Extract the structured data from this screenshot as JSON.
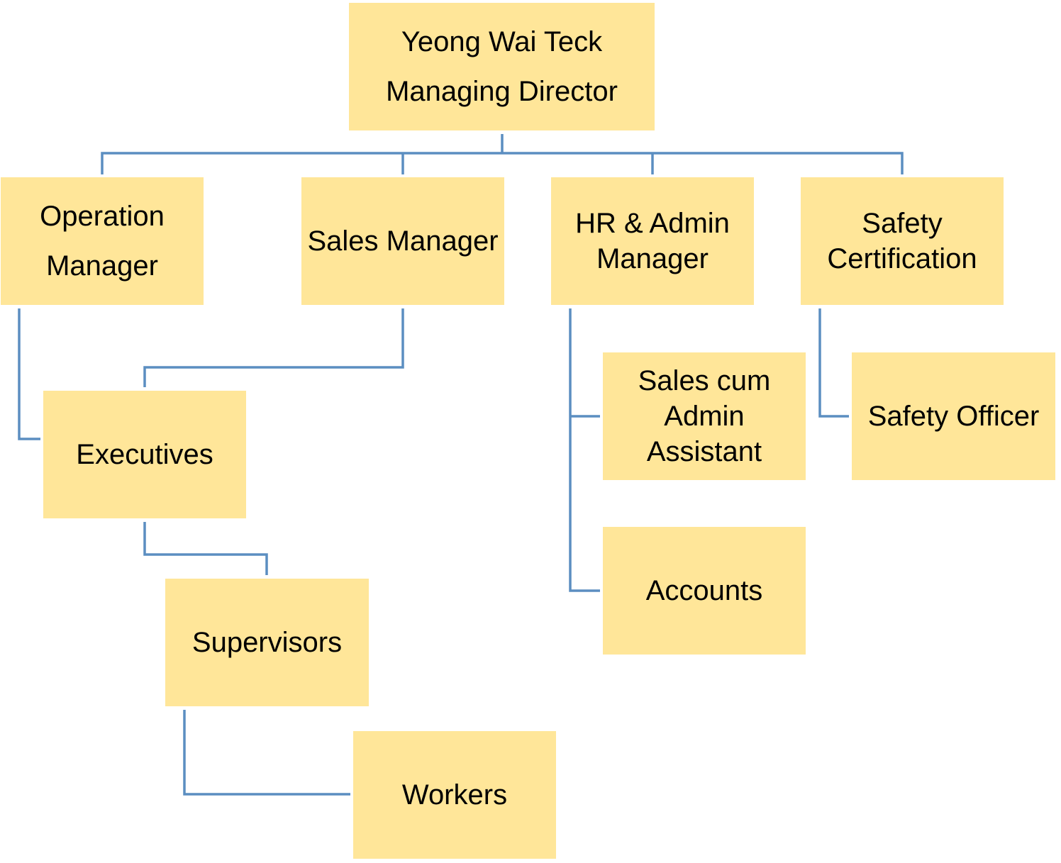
{
  "colors": {
    "box_fill": "#FFE699",
    "connector": "#5B8EC1",
    "text": "#000000"
  },
  "nodes": {
    "managing_director": {
      "lines": [
        "Yeong Wai Teck",
        "Managing Director"
      ]
    },
    "operation_manager": {
      "lines": [
        "Operation",
        "Manager"
      ]
    },
    "sales_manager": {
      "lines": [
        "Sales Manager"
      ]
    },
    "hr_admin_manager": {
      "lines": [
        "HR & Admin",
        "Manager"
      ]
    },
    "safety_certification": {
      "lines": [
        "Safety",
        "Certification"
      ]
    },
    "executives": {
      "lines": [
        "Executives"
      ]
    },
    "sales_cum_admin_assistant": {
      "lines": [
        "Sales cum",
        "Admin",
        "Assistant"
      ]
    },
    "safety_officer": {
      "lines": [
        "Safety Officer"
      ]
    },
    "accounts": {
      "lines": [
        "Accounts"
      ]
    },
    "supervisors": {
      "lines": [
        "Supervisors"
      ]
    },
    "workers": {
      "lines": [
        "Workers"
      ]
    }
  }
}
